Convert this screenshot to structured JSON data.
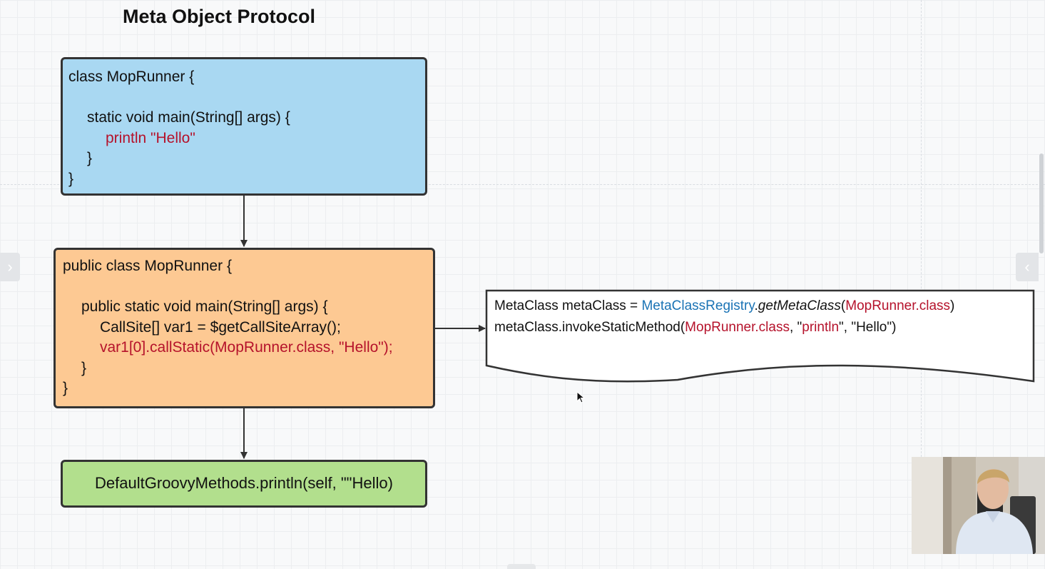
{
  "title": "Meta Object Protocol",
  "blue_box": {
    "lines": [
      "class MopRunner {",
      "",
      "static void main(String[] args) {",
      "println \"Hello\"",
      "}",
      "}"
    ]
  },
  "orange_box": {
    "lines": [
      "public class MopRunner {",
      "",
      "public static void main(String[] args) {",
      "CallSite[] var1 = $getCallSiteArray();",
      "var1[0].callStatic(MopRunner.class, \"Hello\");",
      "}",
      "}"
    ]
  },
  "green_box": {
    "text": "DefaultGroovyMethods.println(self, \"\"Hello)"
  },
  "note": {
    "line1": {
      "prefix": "MetaClass metaClass = ",
      "registry": "MetaClassRegistry",
      "dot": ".",
      "method": "getMetaClass",
      "open": "(",
      "arg": "MopRunner.class",
      "close": ")"
    },
    "line2": {
      "prefix": "metaClass.invokeStaticMethod(",
      "arg1": "MopRunner.class",
      "sep1": ", \"",
      "arg2": "println",
      "rest": "\", \"Hello\")"
    }
  },
  "nav": {
    "left_arrow": "›",
    "right_arrow": "‹"
  },
  "colors": {
    "blue_box": "#a9d8f2",
    "orange_box": "#fdc993",
    "green_box": "#b2df8d",
    "code_red": "#b5122b",
    "code_blue": "#1a73b5"
  },
  "icons": [
    "chevron-right-icon",
    "chevron-left-icon",
    "mouse-cursor-icon"
  ]
}
